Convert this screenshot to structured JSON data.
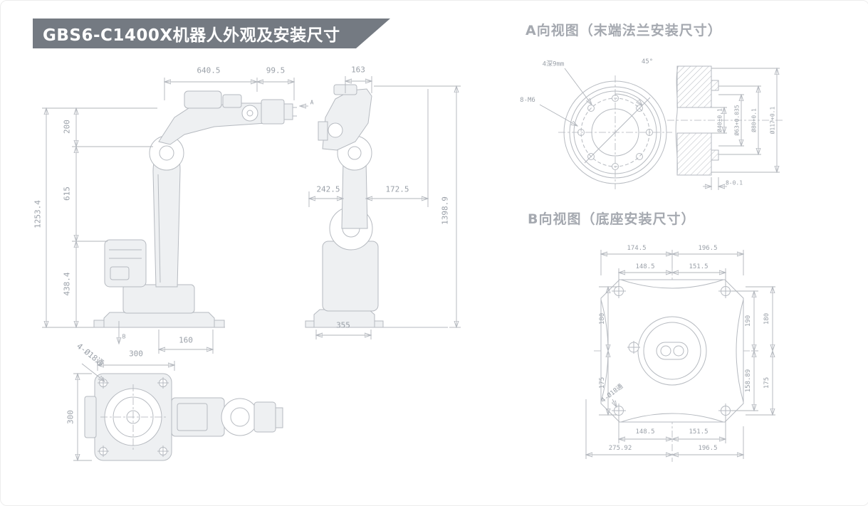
{
  "banner": {
    "title": "GBS6-C1400X机器人外观及安装尺寸"
  },
  "front_view": {
    "dim_top_main": "640.5",
    "dim_top_offset": "99.5",
    "dim_height_total": "1253.4",
    "dim_height_upper": "200",
    "dim_height_mid": "615",
    "dim_height_lower": "438.4",
    "dim_base_width": "160",
    "marker_a": "A",
    "marker_b": "B"
  },
  "side_view": {
    "dim_top": "163",
    "dim_left": "242.5",
    "dim_right": "172.5",
    "dim_height_total": "1398.9",
    "dim_base_width": "355"
  },
  "top_view": {
    "dim_width": "300",
    "dim_depth": "300",
    "label_holes": "4-Ø18通"
  },
  "flange_view": {
    "heading": "A向视图（末端法兰安装尺寸）",
    "label_pocket": "4深9mm",
    "label_angle": "45°",
    "label_thread": "8-M6",
    "dim_dia_1": "Ø40±0.1",
    "dim_dia_2": "Ø63+0.035",
    "dim_dia_3": "Ø80+0.1",
    "dim_dia_4": "Ø117+0.1",
    "dim_depth": "8-0.1"
  },
  "base_view": {
    "heading": "B向视图（底座安装尺寸）",
    "dim_top_left": "174.5",
    "dim_top_right": "196.5",
    "dim_top_inner_left": "148.5",
    "dim_top_inner_right": "151.5",
    "dim_bottom_inner_left": "148.5",
    "dim_bottom_inner_right": "151.5",
    "dim_bottom_left": "275.92",
    "dim_bottom_right": "196.5",
    "dim_left_upper": "180",
    "dim_left_lower": "175",
    "dim_right_inner_upper": "190",
    "dim_right_inner_lower": "158.89",
    "dim_right_outer_upper": "180",
    "dim_right_outer_lower": "175",
    "label_holes": "4-Ø18通"
  },
  "colors": {
    "banner_bg": "#747a82",
    "line": "#b6bac0",
    "dim_text": "#9aa0a8",
    "heading_text": "#a5a9b0",
    "title_text": "#ffffff"
  }
}
